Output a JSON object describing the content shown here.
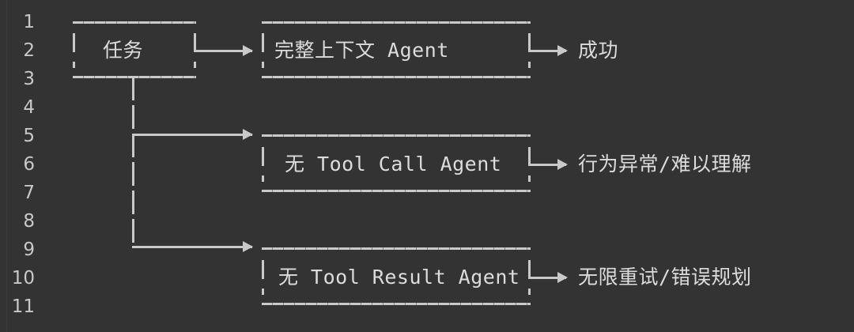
{
  "editor": {
    "background_color": "#333333",
    "foreground_color": "#dcdcdc",
    "stroke_color": "#c9c9c9",
    "gutter_color": "#c8c8c8",
    "line_numbers": [
      "1",
      "2",
      "3",
      "4",
      "5",
      "6",
      "7",
      "8",
      "9",
      "10",
      "11"
    ]
  },
  "diagram": {
    "source_node": {
      "label": "任务"
    },
    "branches": [
      {
        "node_label": "完整上下文 Agent",
        "outcome_label": "成功"
      },
      {
        "node_label": "无 Tool Call Agent",
        "outcome_label": "行为异常/难以理解"
      },
      {
        "node_label": "无 Tool Result Agent",
        "outcome_label": "无限重试/错误规划"
      }
    ]
  }
}
